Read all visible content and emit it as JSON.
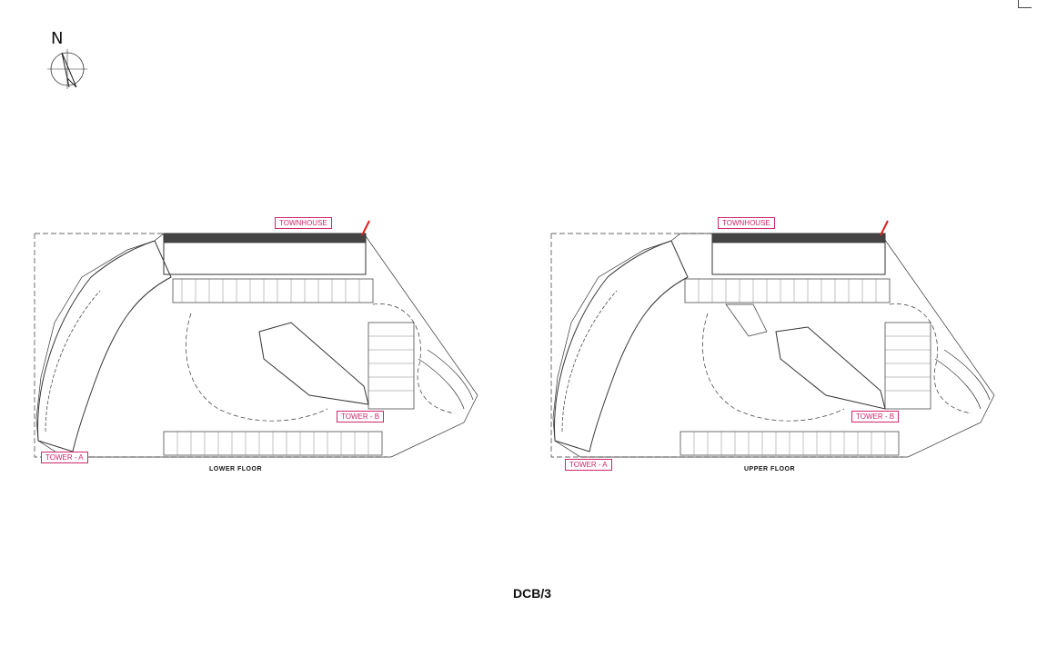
{
  "compass": {
    "north_label": "N"
  },
  "plans": [
    {
      "floor_label": "LOWER FLOOR",
      "tags": {
        "townhouse": "TOWNHOUSE",
        "tower_a": "TOWER - A",
        "tower_b": "TOWER - B"
      }
    },
    {
      "floor_label": "UPPER FLOOR",
      "tags": {
        "townhouse": "TOWNHOUSE",
        "tower_a": "TOWER - A",
        "tower_b": "TOWER - B"
      }
    }
  ],
  "sheet_code": "DCB/3",
  "colors": {
    "tag": "#d1256b",
    "line": "#333333",
    "north_arrow": "#e01d1d"
  }
}
